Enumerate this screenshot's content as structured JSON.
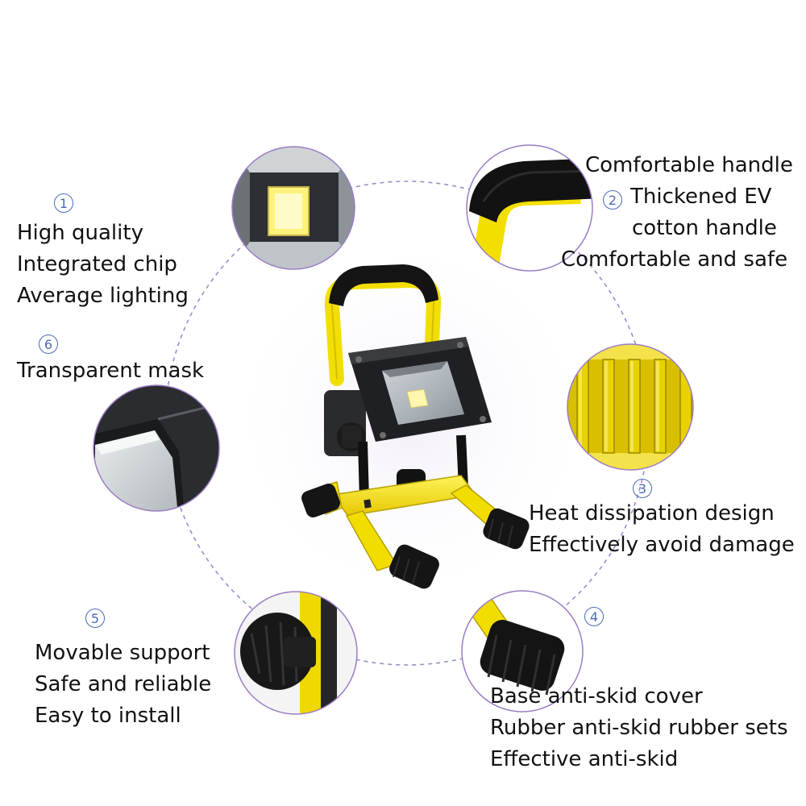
{
  "features": [
    {
      "id": "f1",
      "number": "1",
      "lines": [
        "High quality",
        "Integrated chip",
        "Average lighting"
      ]
    },
    {
      "id": "f2",
      "number": "2",
      "lines": [
        "Comfortable handle",
        "Thickened EV",
        "cotton handle",
        "Comfortable and safe"
      ]
    },
    {
      "id": "f3",
      "number": "3",
      "lines": [
        "Heat dissipation design",
        "Effectively avoid damage"
      ]
    },
    {
      "id": "f4",
      "number": "4",
      "lines": [
        "Base anti-skid cover",
        "Rubber anti-skid rubber sets",
        "Effective anti-skid"
      ]
    },
    {
      "id": "f5",
      "number": "5",
      "lines": [
        "Movable support",
        "Safe and reliable",
        "Easy to install"
      ]
    },
    {
      "id": "f6",
      "number": "6",
      "lines": [
        "Transparent mask"
      ]
    }
  ],
  "colors": {
    "frame_yellow": "#f5e400",
    "housing_black": "#1f2023",
    "rubber_black": "#141414",
    "number_blue": "#4a6ab8",
    "circle_border": "#9b7cc4",
    "dashed_ring": "#a08acb"
  },
  "icons": [
    "floodlight-product-image",
    "led-chip-closeup",
    "handle-closeup",
    "heat-sink-closeup",
    "rubber-foot-closeup",
    "knob-support-closeup",
    "mask-edge-closeup"
  ]
}
